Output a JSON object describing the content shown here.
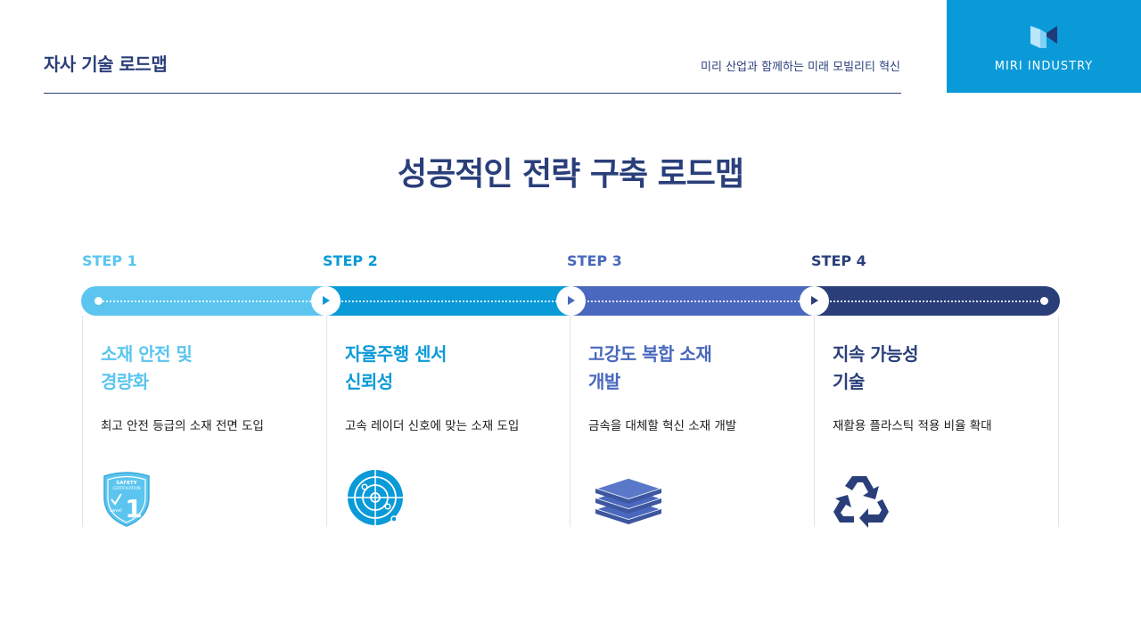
{
  "header": {
    "title": "자사 기술 로드맵",
    "subtitle": "미리 산업과 함께하는 미래 모빌리티 혁신"
  },
  "brand": {
    "name": "MIRI INDUSTRY"
  },
  "main": {
    "title": "성공적인 전략 구축 로드맵"
  },
  "colors": {
    "step1": "#5bc5ef",
    "step2": "#0a9ad8",
    "step3": "#4a68bd",
    "step4": "#2a3f7a"
  },
  "steps": [
    {
      "label": "STEP 1",
      "title_line1": "소재 안전 및",
      "title_line2": "경량화",
      "desc": "최고 안전 등급의 소재 전면 도입",
      "icon": "safety-certification-badge-icon",
      "badge": {
        "line1": "SAFETY",
        "line2": "CERTIFICATION",
        "level_word": "Level",
        "level_num": "1"
      }
    },
    {
      "label": "STEP 2",
      "title_line1": "자율주행 센서",
      "title_line2": "신뢰성",
      "desc": "고속 레이더 신호에 맞는 소재 도입",
      "icon": "radar-icon"
    },
    {
      "label": "STEP 3",
      "title_line1": "고강도 복합 소재",
      "title_line2": "개발",
      "desc": "금속을 대체할 혁신 소재 개발",
      "icon": "layers-icon"
    },
    {
      "label": "STEP 4",
      "title_line1": "지속 가능성",
      "title_line2": "기술",
      "desc": "재활용 플라스틱 적용 비율 확대",
      "icon": "recycle-icon"
    }
  ]
}
